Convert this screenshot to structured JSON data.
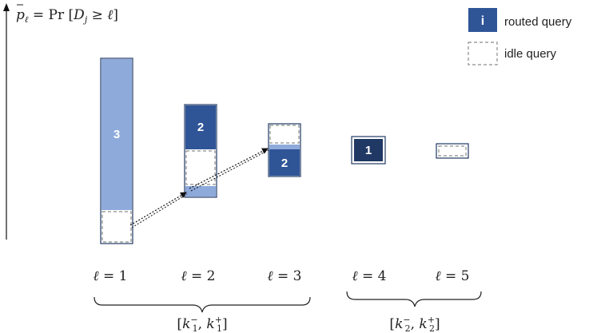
{
  "axis": {
    "prob_prefix": "p",
    "prob_sub": "ℓ",
    "prob_equals": " = ",
    "prob_pr": "Pr",
    "prob_open": " [",
    "prob_d": "D",
    "prob_d_sub": "j",
    "prob_geq": " ≥ ",
    "prob_ell": "ℓ",
    "prob_close": "]"
  },
  "legend": {
    "routed_symbol": "i",
    "routed_label": "routed query",
    "idle_label": "idle query"
  },
  "levels": [
    {
      "ell": "ℓ",
      "eq": " = ",
      "value": "1"
    },
    {
      "ell": "ℓ",
      "eq": " = ",
      "value": "2"
    },
    {
      "ell": "ℓ",
      "eq": " = ",
      "value": "3"
    },
    {
      "ell": "ℓ",
      "eq": " = ",
      "value": "4"
    },
    {
      "ell": "ℓ",
      "eq": " = ",
      "value": "5"
    }
  ],
  "bars": {
    "level_1": {
      "count": "3"
    },
    "level_2": {
      "count": "2"
    },
    "level_3": {
      "count": "2"
    },
    "level_4": {
      "count": "1"
    }
  },
  "groups": [
    {
      "open": "[",
      "k": "k",
      "sup_a": "−",
      "sep": ", ",
      "sup_b": "+",
      "sub": "1",
      "close": "]"
    },
    {
      "open": "[",
      "k": "k",
      "sup_a": "−",
      "sep": ", ",
      "sup_b": "+",
      "sub": "2",
      "close": "]"
    }
  ],
  "colors": {
    "light_bar": "#8eaadb",
    "mid_bar": "#2f5597",
    "dark_bar": "#203864",
    "outline": "#203864",
    "idle_dash": "#8c8c8c"
  }
}
